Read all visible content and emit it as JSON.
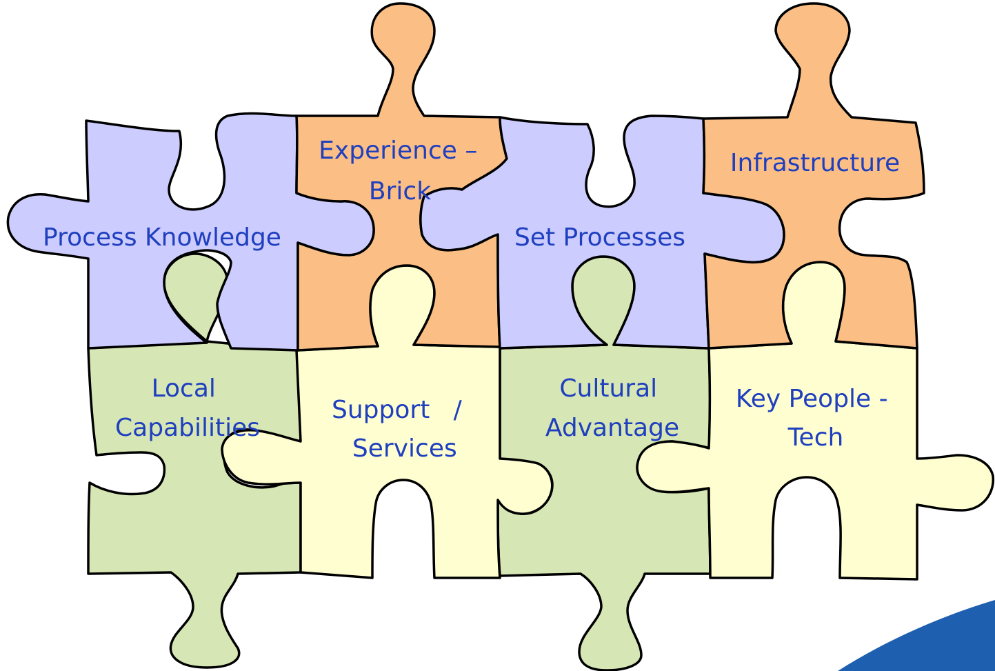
{
  "colors": {
    "purple": "#ccccff",
    "orange": "#fbbf85",
    "green": "#d6e6b4",
    "yellow": "#fefed0",
    "text": "#1f3fbf",
    "accent": "#1f5fb0"
  },
  "pieces": {
    "process_knowledge": {
      "color": "purple",
      "lines": [
        "Process Knowledge"
      ]
    },
    "experience_brick": {
      "color": "orange",
      "lines": [
        "Experience –",
        "Brick"
      ]
    },
    "set_processes": {
      "color": "purple",
      "lines": [
        "Set Processes"
      ]
    },
    "infrastructure": {
      "color": "orange",
      "lines": [
        "Infrastructure"
      ]
    },
    "local_capabilities": {
      "color": "green",
      "lines": [
        "Local",
        "Capabilities"
      ]
    },
    "support_services": {
      "color": "yellow",
      "lines": [
        "Support   /",
        "Services"
      ]
    },
    "cultural_advantage": {
      "color": "green",
      "lines": [
        "Cultural",
        "Advantage"
      ]
    },
    "key_people_tech": {
      "color": "yellow",
      "lines": [
        "Key People -",
        "Tech"
      ]
    }
  }
}
